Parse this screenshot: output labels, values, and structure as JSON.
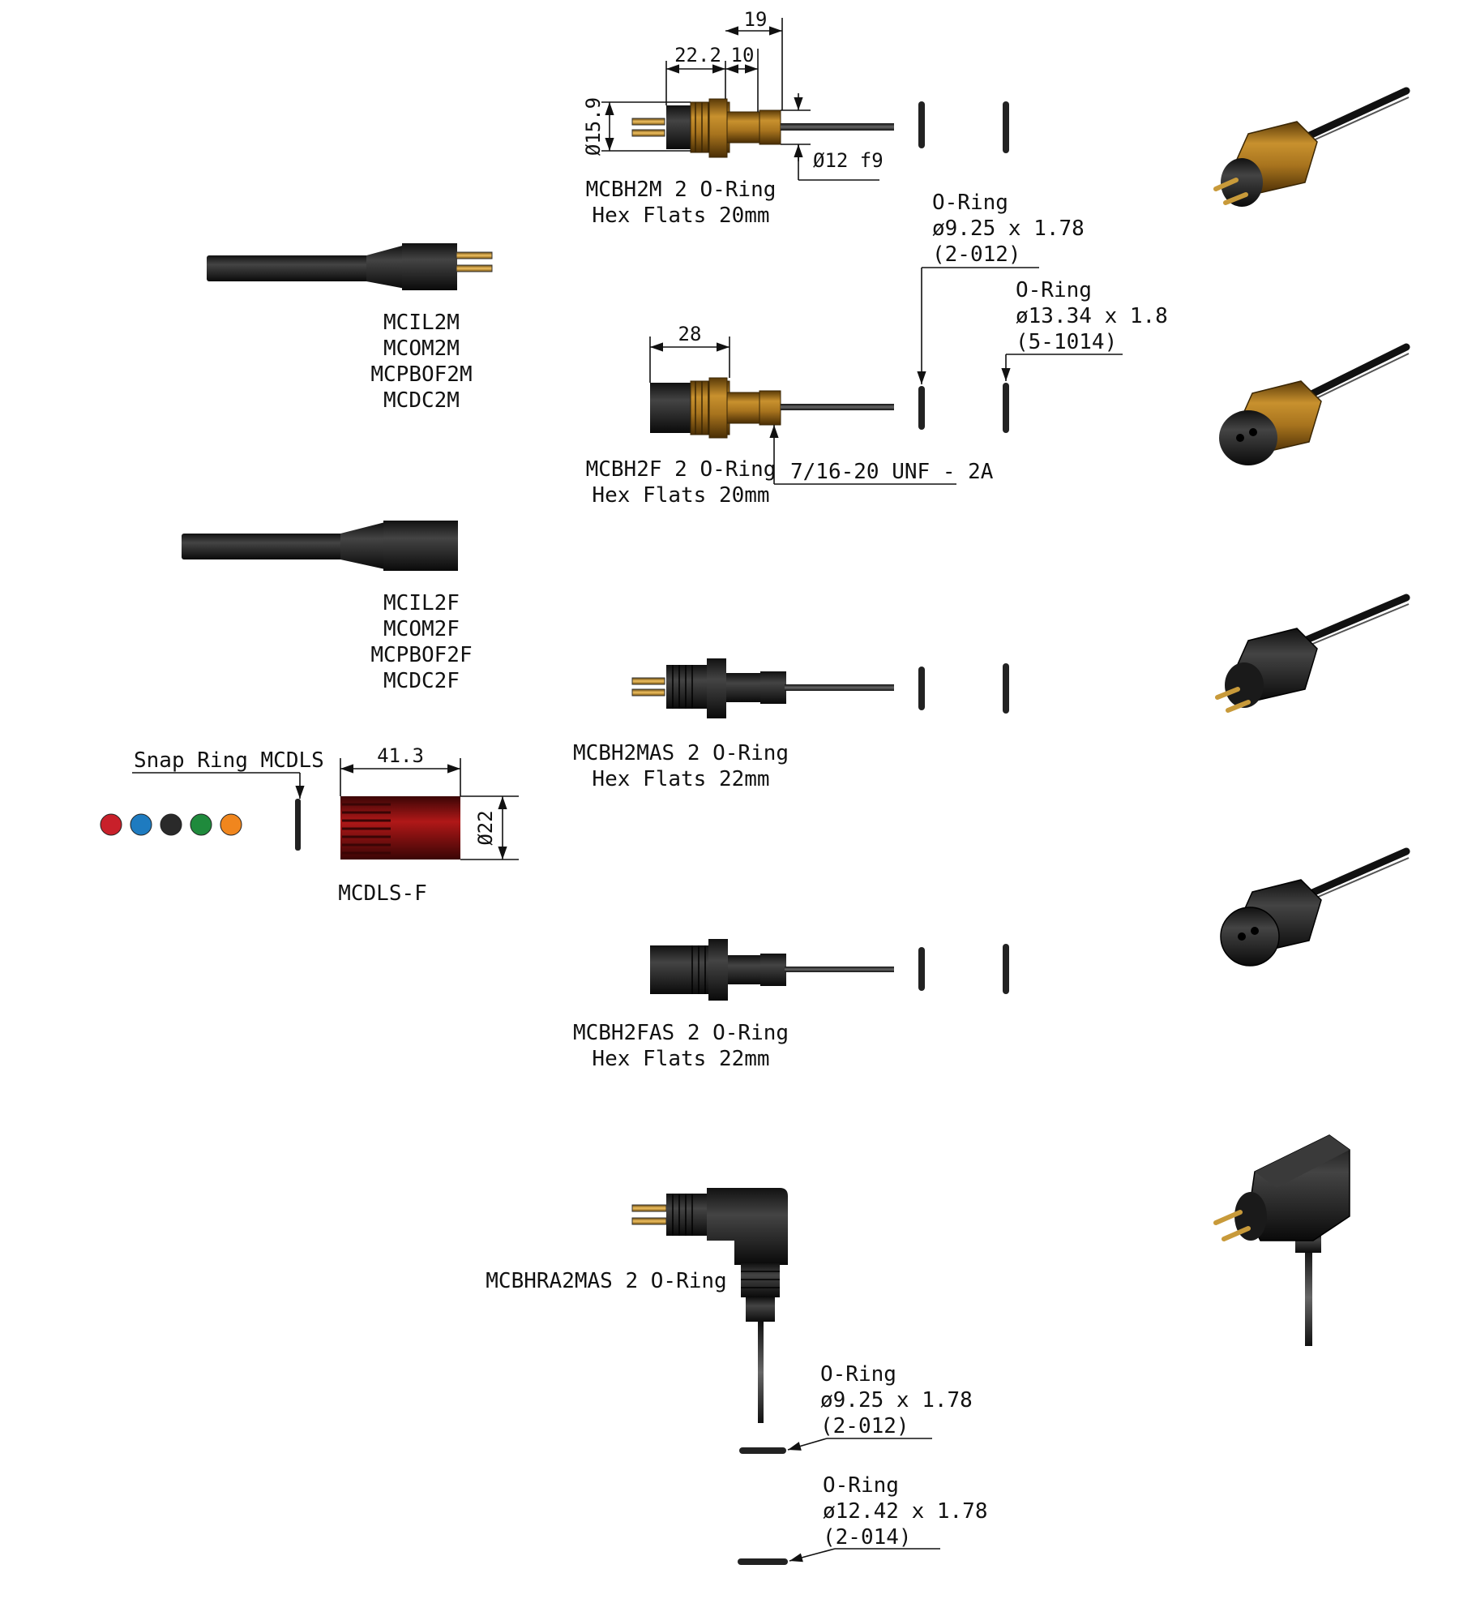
{
  "dimensions": {
    "d19": "19",
    "d22_2": "22.2",
    "d10": "10",
    "dia15_9": "Ø15.9",
    "dia12f9": "Ø12 f9",
    "d28": "28",
    "unf": "7/16-20 UNF - 2A",
    "d41_3": "41.3",
    "dia22": "Ø22"
  },
  "parts": {
    "mcbh2m": [
      "MCBH2M 2 O-Ring",
      "Hex Flats 20mm"
    ],
    "mcbh2f": [
      "MCBH2F 2 O-Ring",
      "Hex Flats 20mm"
    ],
    "mcbh2mas": [
      "MCBH2MAS 2 O-Ring",
      "Hex Flats 22mm"
    ],
    "mcbh2fas": [
      "MCBH2FAS 2 O-Ring",
      "Hex Flats 22mm"
    ],
    "mcbhra2mas": "MCBHRA2MAS 2 O-Ring",
    "male_cable": [
      "MCIL2M",
      "MCOM2M",
      "MCPBOF2M",
      "MCDC2M"
    ],
    "female_cable": [
      "MCIL2F",
      "MCOM2F",
      "MCPBOF2F",
      "MCDC2F"
    ],
    "snap_ring": "Snap Ring MCDLS",
    "mcdls": "MCDLS-F"
  },
  "orings": {
    "o1": [
      "O-Ring",
      "ø9.25 x 1.78",
      "(2-012)"
    ],
    "o2": [
      "O-Ring",
      "ø13.34 x 1.8",
      "(5-1014)"
    ],
    "o3": [
      "O-Ring",
      "ø9.25 x 1.78",
      "(2-012)"
    ],
    "o4": [
      "O-Ring",
      "ø12.42 x 1.78",
      "(2-014)"
    ]
  },
  "colors": {
    "brass": "#a8741e",
    "black_body": "#262626",
    "red_cap": "#9b1212",
    "swatches": [
      "#c8202a",
      "#1e7bc0",
      "#2a2a2a",
      "#1f8a3c",
      "#f0861e"
    ]
  }
}
